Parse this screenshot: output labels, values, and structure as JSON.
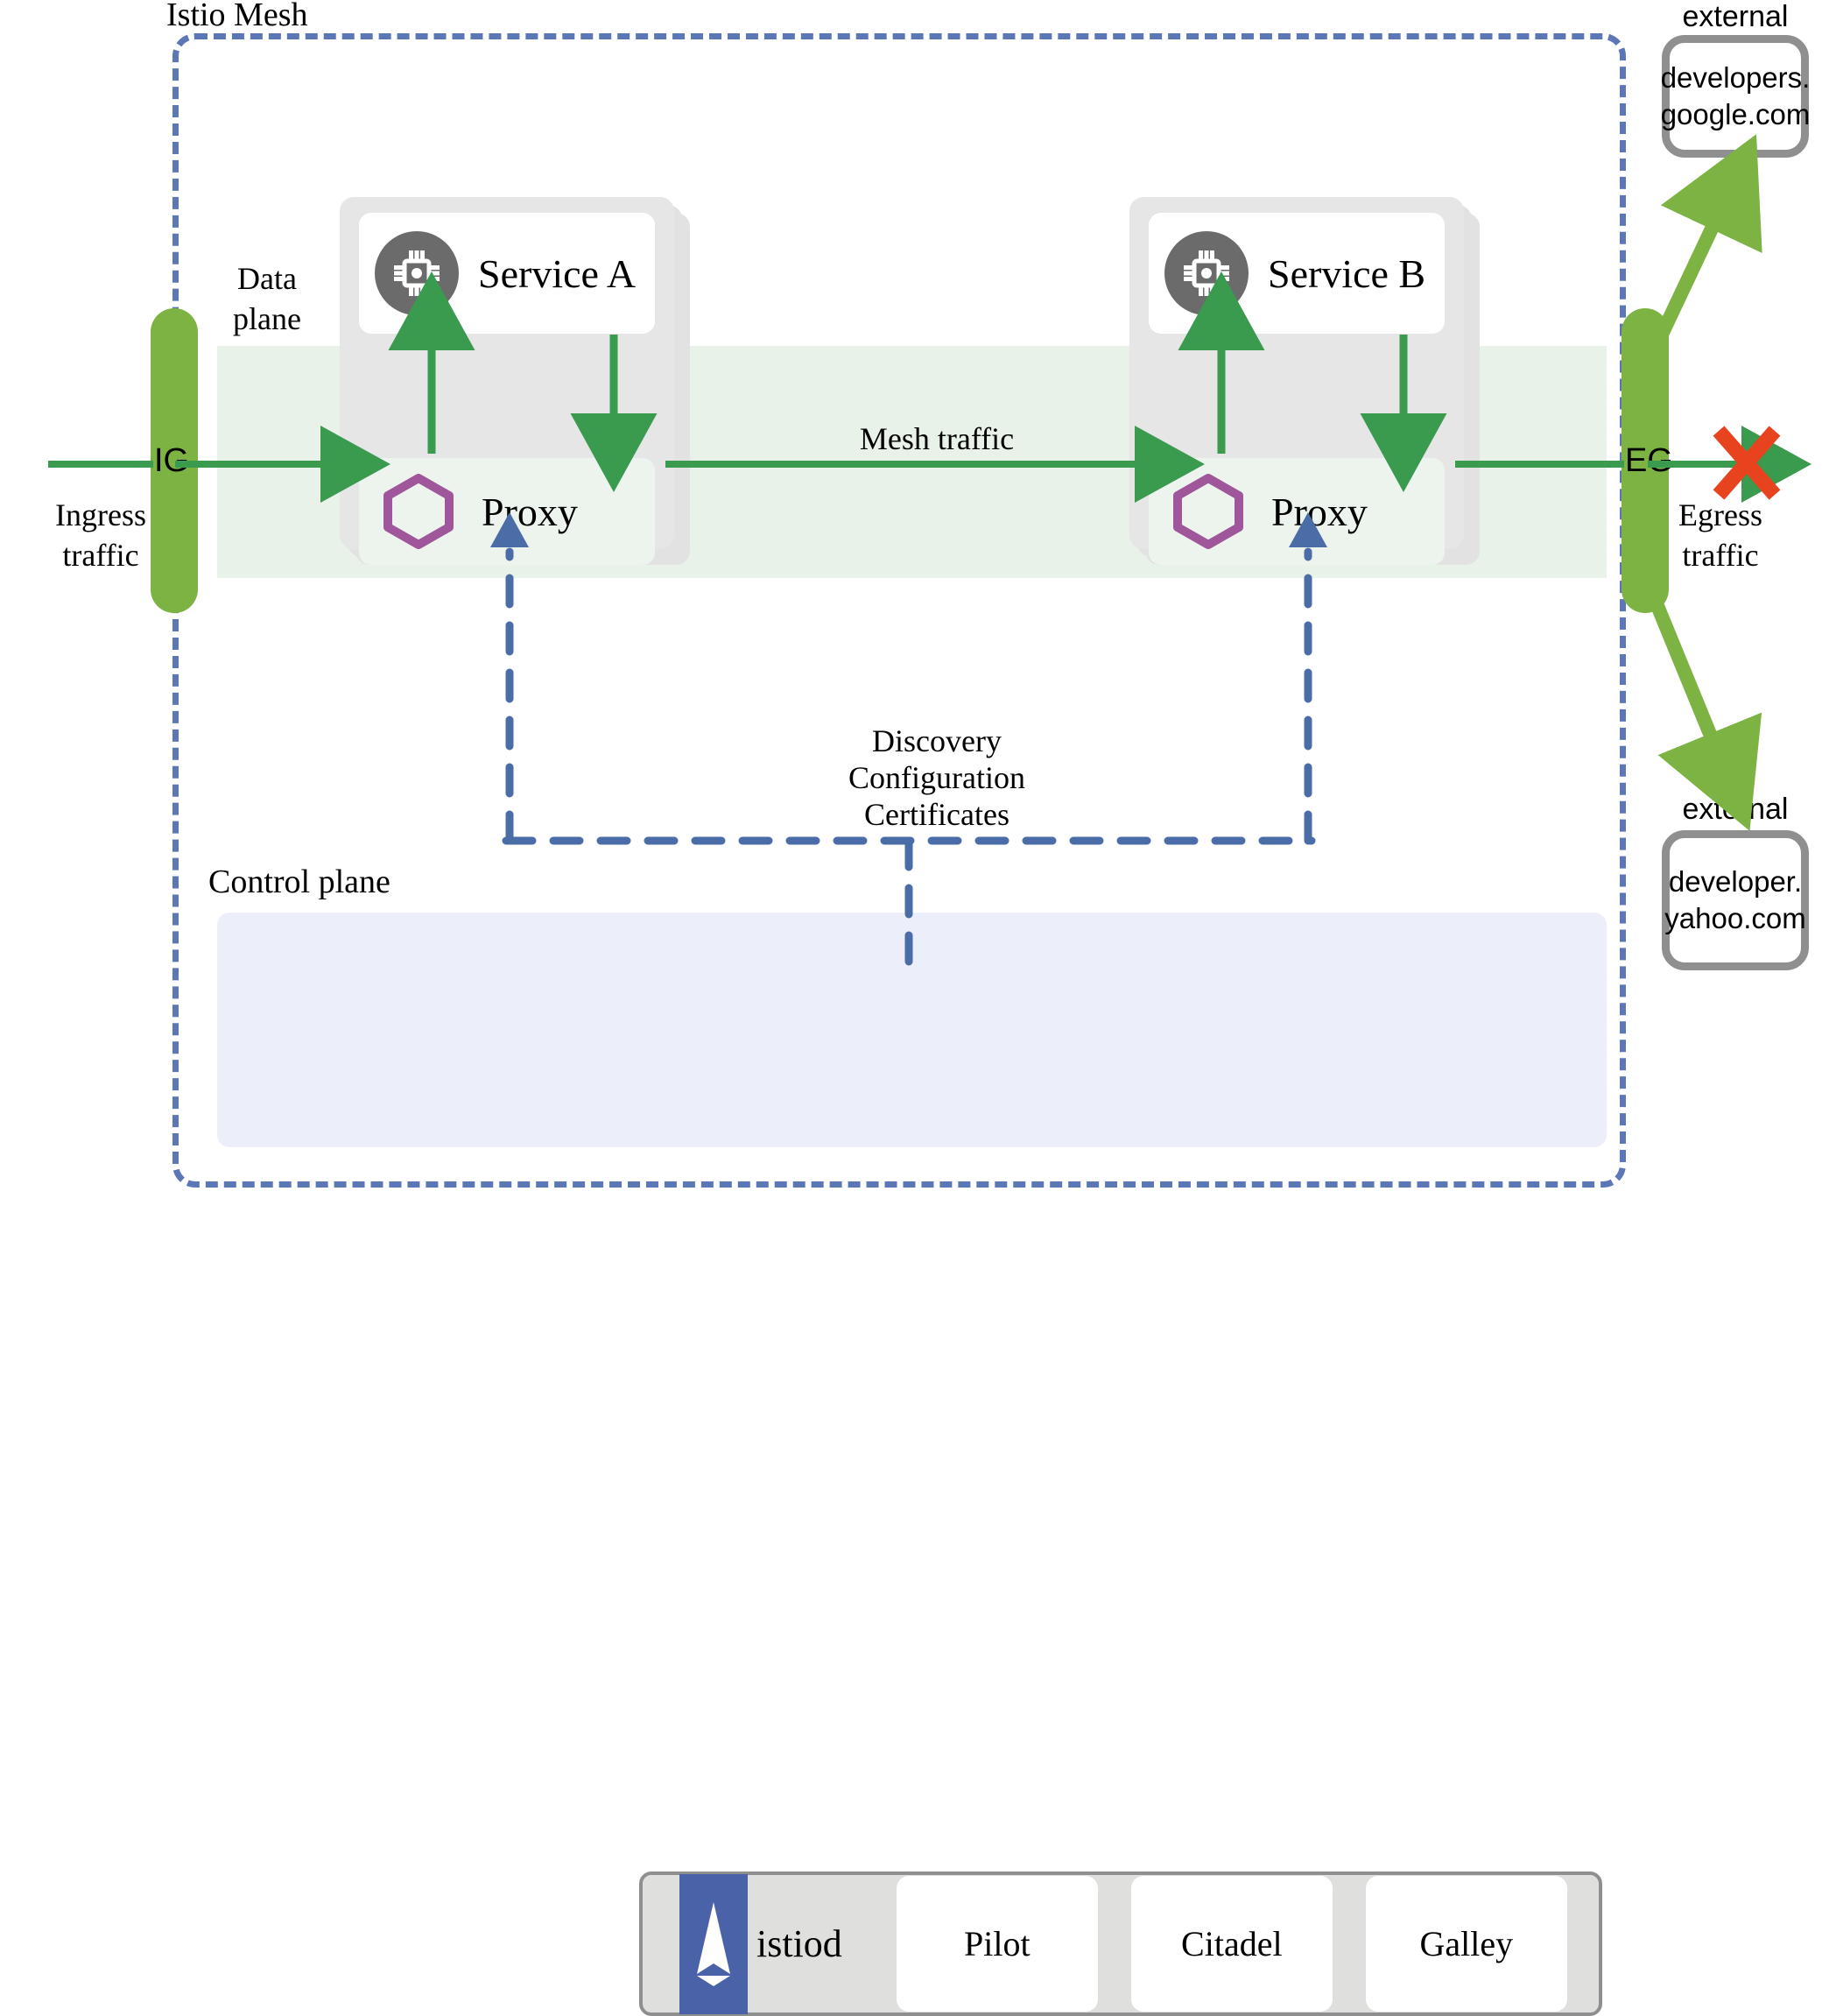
{
  "diagram": {
    "title": "Istio Mesh",
    "colors": {
      "mesh_border": "#5b77b5",
      "gateway_green": "#7cb342",
      "traffic_green": "#3a9a4e",
      "data_plane_band": "#e8f2e8",
      "control_plane_bg": "#eceffa",
      "proxy_hexagon": "#a0569b",
      "service_icon": "#6b6b6b",
      "istiod_logo": "#4a62a8",
      "blocked_x": "#e8431f",
      "external_border": "#8f8f8f"
    }
  },
  "planes": {
    "data_plane_label": "Data\nplane",
    "data_plane_line1": "Data",
    "data_plane_line2": "plane",
    "control_plane_label": "Control plane"
  },
  "gateways": {
    "ingress": {
      "code": "IG",
      "caption_line1": "Ingress",
      "caption_line2": "traffic"
    },
    "egress": {
      "code": "EG",
      "caption_line1": "Egress",
      "caption_line2": "traffic"
    }
  },
  "workloads": [
    {
      "service_name": "Service A",
      "proxy_label": "Proxy",
      "icon": "cpu-chip-icon"
    },
    {
      "service_name": "Service B",
      "proxy_label": "Proxy",
      "icon": "cpu-chip-icon"
    }
  ],
  "traffic": {
    "mesh_label": "Mesh traffic"
  },
  "control_plane": {
    "istiod_name": "istiod",
    "logo_icon": "istio-sail-icon",
    "components": [
      "Pilot",
      "Citadel",
      "Galley"
    ]
  },
  "discovery": {
    "line1": "Discovery",
    "line2": "Configuration",
    "line3": "Certificates",
    "full": "Discovery\nConfiguration\nCertificates"
  },
  "external_services": [
    {
      "label": "external",
      "host_line1": "developers.",
      "host_line2": "google.com",
      "status": "allowed"
    },
    {
      "label": "external",
      "host_line1": "developer.",
      "host_line2": "yahoo.com",
      "status": "allowed"
    }
  ],
  "blocked": {
    "marker": "X",
    "meaning": "blocked-egress"
  }
}
